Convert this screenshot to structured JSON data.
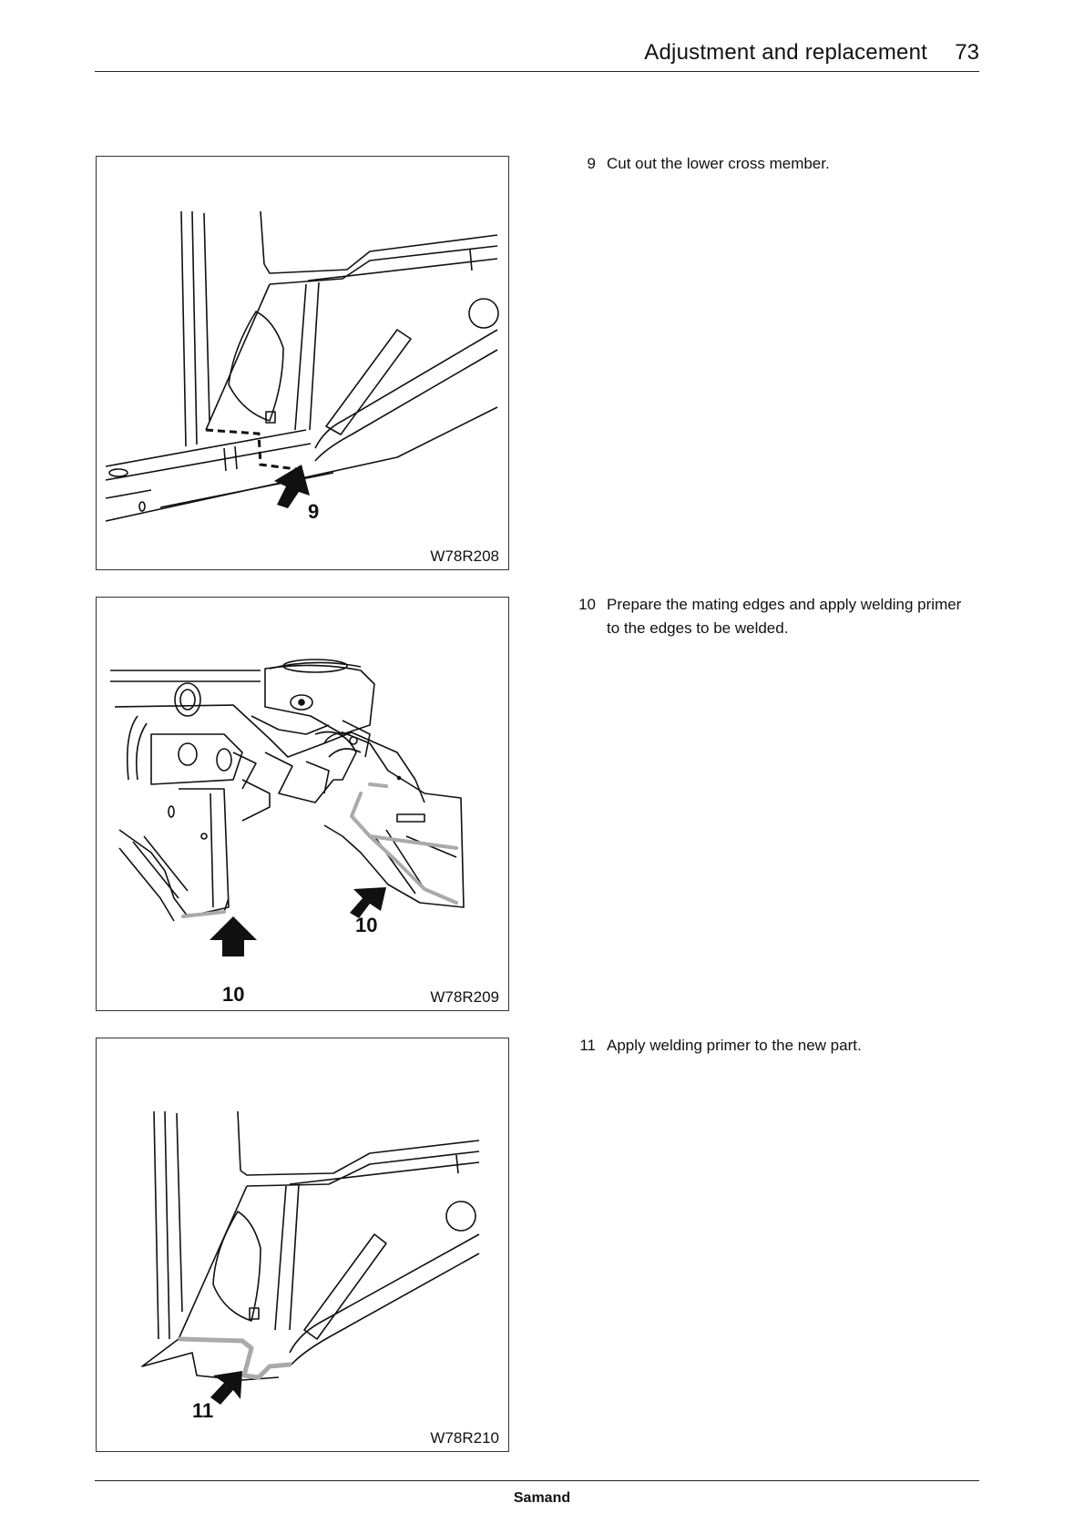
{
  "header": {
    "title": "Adjustment and replacement",
    "page_number": "73"
  },
  "figures": [
    {
      "code": "W78R208",
      "callouts": [
        "9"
      ]
    },
    {
      "code": "W78R209",
      "callouts": [
        "10",
        "10"
      ]
    },
    {
      "code": "W78R210",
      "callouts": [
        "11"
      ]
    }
  ],
  "steps": [
    {
      "number": "9",
      "text": "Cut out the lower cross member."
    },
    {
      "number": "10",
      "text": "Prepare the mating edges and apply welding primer to the edges to be welded."
    },
    {
      "number": "11",
      "text": "Apply welding primer to the new part."
    }
  ],
  "footer": {
    "brand": "Samand"
  }
}
